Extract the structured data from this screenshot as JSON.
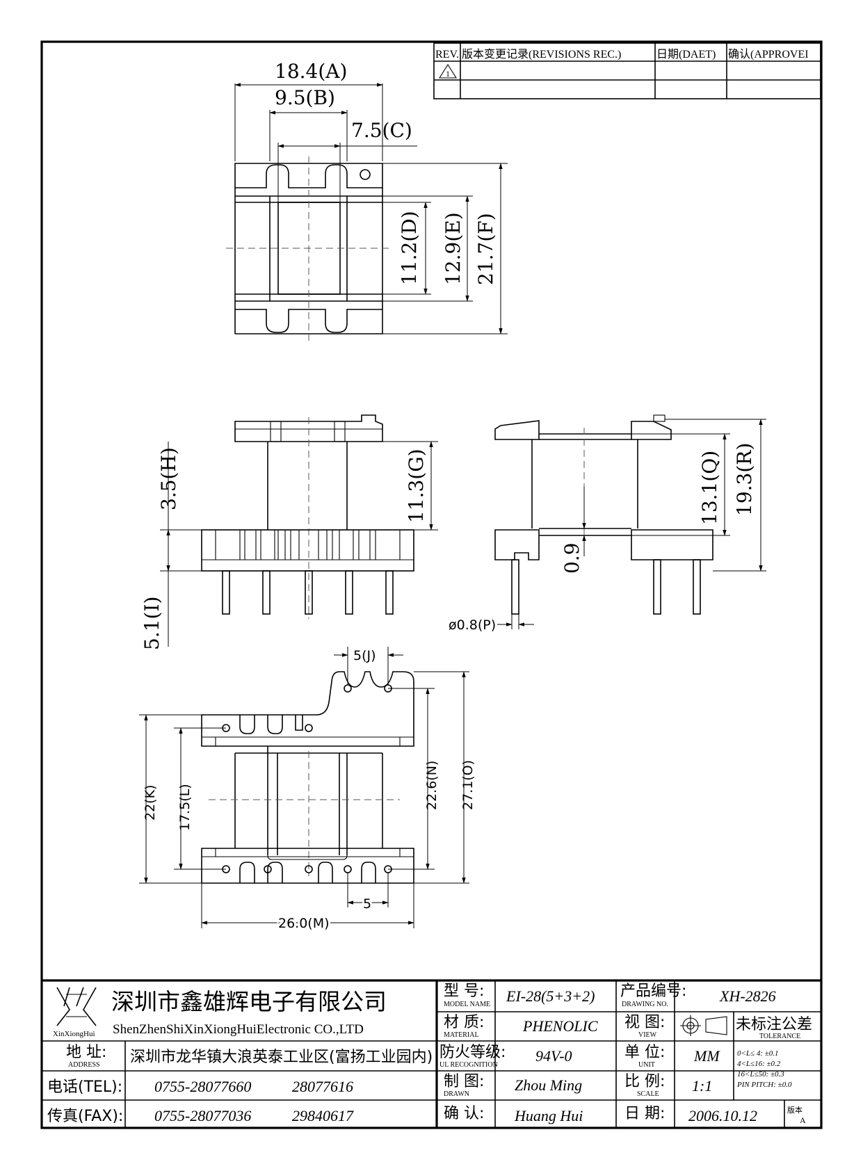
{
  "revision_table": {
    "rev": "REV.",
    "revisions": "版本变更记录(REVISIONS REC.)",
    "date": "日期(DAET)",
    "approve": "确认(APPROVEI",
    "rev_symbol": "1"
  },
  "dimensions": {
    "a": "18.4(A)",
    "b": "9.5(B)",
    "c": "7.5(C)",
    "d": "11.2(D)",
    "e": "12.9(E)",
    "f": "21.7(F)",
    "g": "11.3(G)",
    "h": "3.5(H)",
    "i": "5.1(I)",
    "p": "ø0.8(P)",
    "q": "13.1(Q)",
    "r": "19.3(R)",
    "gap": "0.9",
    "j": "5(J)",
    "k": "22(K)",
    "l": "17.5(L)",
    "m": "26.0(M)",
    "n": "22.6(N)",
    "o": "27.1(O)",
    "pitch": "5"
  },
  "title_block": {
    "company_cn": "深圳市鑫雄辉电子有限公司",
    "company_en": "ShenZhenShiXinXiongHuiElectronic CO.,LTD",
    "logo_text": "XinXiongHui",
    "address_label": "地 址:",
    "address_label_en": "ADDRESS",
    "address": "深圳市龙华镇大浪英泰工业区(富扬工业园内)",
    "tel_label": "电话(TEL):",
    "tel1": "0755-28077660",
    "tel2": "28077616",
    "fax_label": "传真(FAX):",
    "fax1": "0755-28077036",
    "fax2": "29840617",
    "model_label": "型 号:",
    "model_label_en": "MODEL NAME",
    "model": "EI-28(5+3+2)",
    "material_label": "材 质:",
    "material_label_en": "MATERIAL",
    "material": "PHENOLIC",
    "ul_label": "防火等级:",
    "ul_label_en": "UL RECOGNITION",
    "ul": "94V-0",
    "drawn_label": "制 图:",
    "drawn_label_en": "DRAWN",
    "drawn": "Zhou Ming",
    "check_label": "确 认:",
    "check": "Huang Hui",
    "drawing_no_label": "产品编号:",
    "drawing_no_label_en": "DRAWING NO.",
    "drawing_no": "XH-2826",
    "view_label": "视 图:",
    "view_label_en": "VIEW",
    "tolerance_label": "未标注公差",
    "tolerance_label_en": "TOLERANCE",
    "tol1": "0<L≤ 4:   ±0.1",
    "tol2": "4<L≤16:   ±0.2",
    "tol3": "16<L≤50:  ±0.3",
    "tol4": "PIN PITCH:  ±0.0",
    "unit_label": "单 位:",
    "unit_label_en": "UNIT",
    "unit": "MM",
    "scale_label": "比 例:",
    "scale_label_en": "SCALE",
    "scale": "1:1",
    "date_label": "日 期:",
    "date": "2006.10.12",
    "version_label": "版本",
    "version": "A"
  }
}
